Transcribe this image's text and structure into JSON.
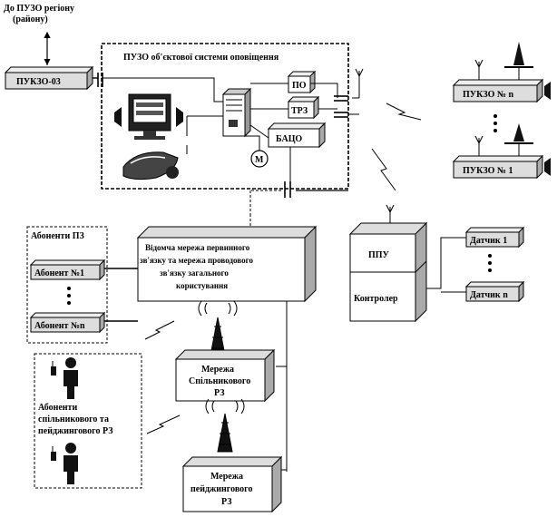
{
  "labels": {
    "top_line1": "До ПУЗО регіону",
    "top_line2": "(району)",
    "pukzo03": "ПУКЗО-03",
    "system_title": "ПУЗО об'єктової системи оповіщення",
    "po": "ПО",
    "trz": "ТРЗ",
    "batso": "БАЦО",
    "m": "М",
    "pukzo_n": "ПУКЗО № n",
    "pukzo_1": "ПУКЗО № 1",
    "subscribers_title": "Абоненти ПЗ",
    "subscriber_1": "Абонент №1",
    "subscriber_n": "Абонент №n",
    "network_line1": "Відомча мережа первинного",
    "network_line2": "зв'язку та мережа проводового",
    "network_line3": "зв'язку  загального",
    "network_line4": "користування",
    "ppu": "ППУ",
    "controller": "Контролер",
    "sensor_1": "Датчик 1",
    "sensor_n": "Датчик n",
    "trunk_line1": "Мережа",
    "trunk_line2": "Спільникового",
    "trunk_line3": "РЗ",
    "paging_line1": "Мережа",
    "paging_line2": "пейджингового",
    "paging_line3": "РЗ",
    "mobile_line1": "Абоненти",
    "mobile_line2": "спільникового та",
    "mobile_line3": "пейджингового  РЗ"
  },
  "icons": [
    "computer-icon",
    "speaker-icon",
    "server-icon",
    "printer-icon",
    "motor-icon",
    "antenna-tower-icon",
    "person-icon",
    "radio-phone-icon",
    "lightning-icon"
  ]
}
